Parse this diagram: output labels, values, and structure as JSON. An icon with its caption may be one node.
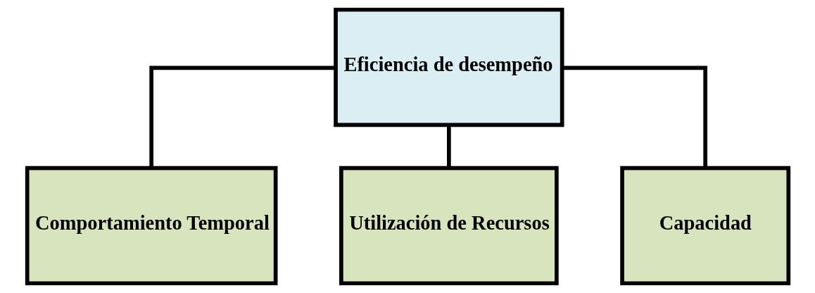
{
  "diagram": {
    "nodes": [
      {
        "text": [
          "Eficiencia de desempeño"
        ]
      },
      {
        "text": [
          "Comportamiento Temporal"
        ]
      },
      {
        "text": [
          "Utilización de Recursos"
        ]
      },
      {
        "text": [
          "Capacidad"
        ]
      }
    ],
    "edges": [
      {
        "from": 0,
        "to": 1,
        "arrow": "none"
      },
      {
        "from": 0,
        "to": 2,
        "arrow": "none"
      },
      {
        "from": 0,
        "to": 3,
        "arrow": "none"
      }
    ]
  }
}
